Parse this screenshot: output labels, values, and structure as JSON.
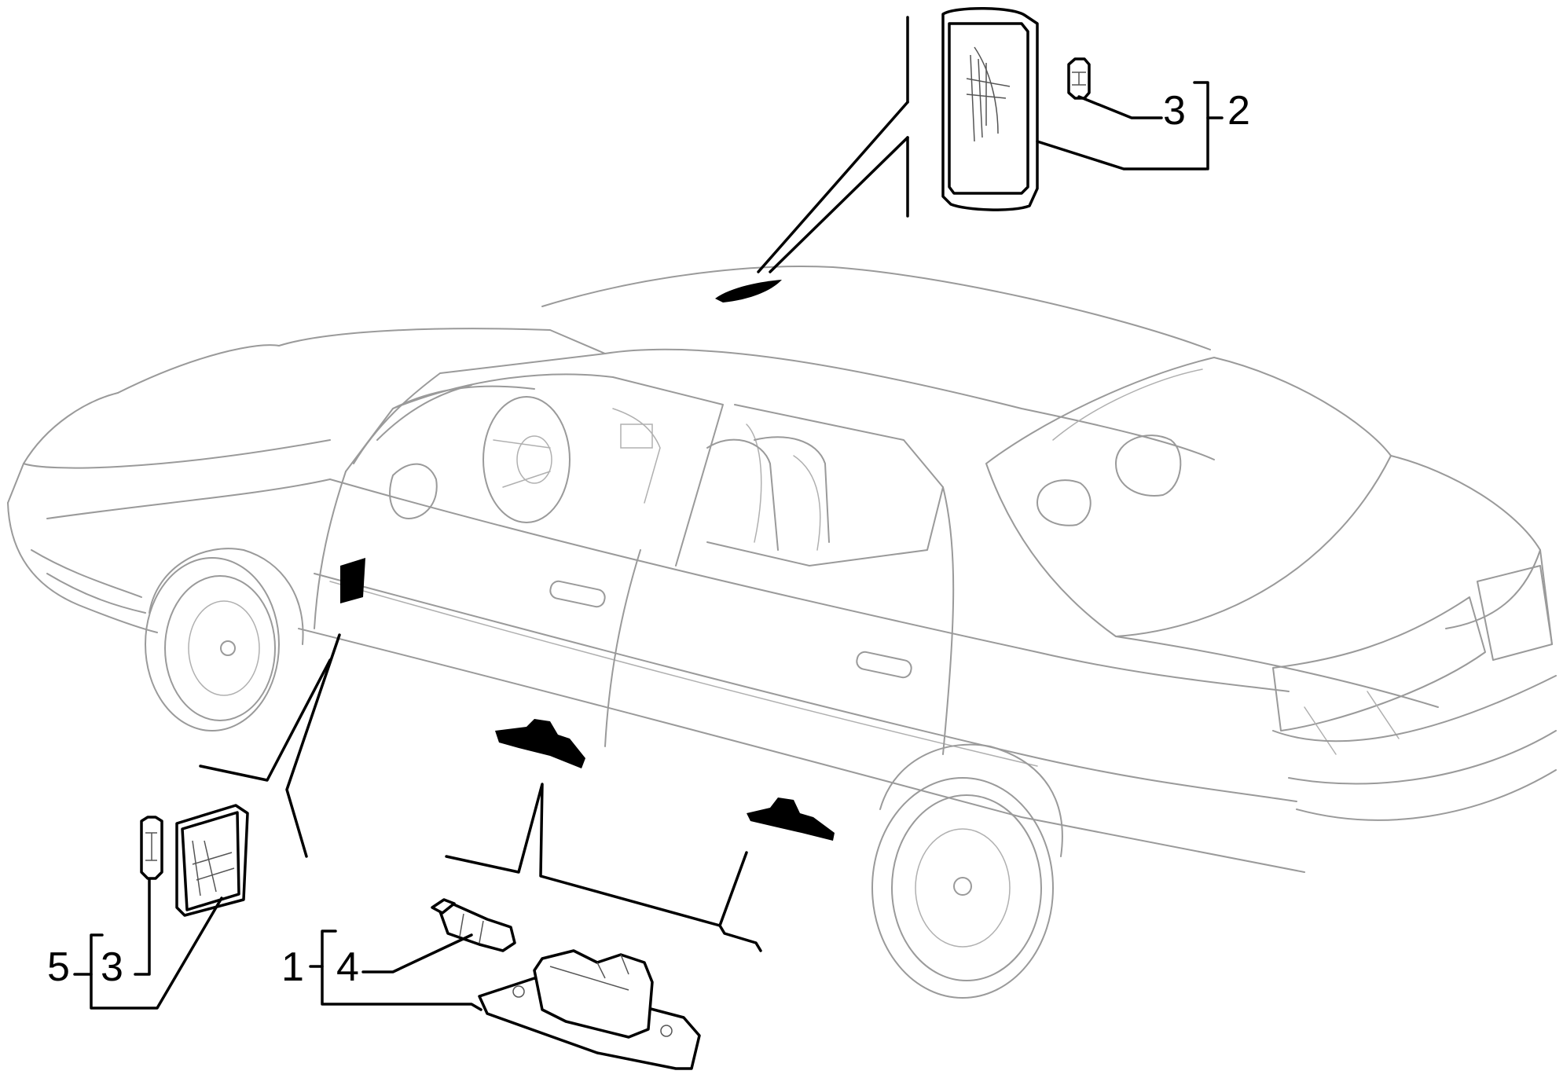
{
  "callouts": {
    "top_bulb": "3",
    "top_lamp_assembly": "2",
    "door_bulb": "3",
    "door_lamp_assembly": "5",
    "sill_lamp_assembly": "1",
    "sill_switch": "4"
  }
}
